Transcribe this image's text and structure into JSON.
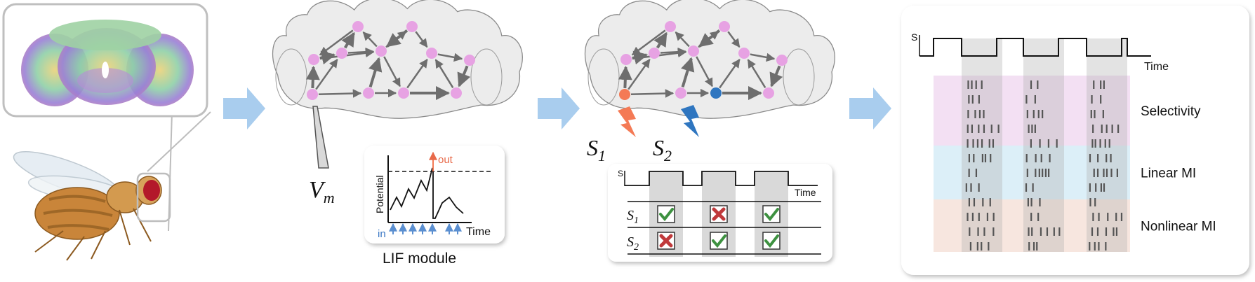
{
  "panel1": {
    "icons": [
      "fly-brain-connectome-image",
      "fruit-fly-illustration"
    ]
  },
  "panel2": {
    "vm_label": "V",
    "vm_sub": "m",
    "lif": {
      "caption": "LIF module",
      "ylabel": "Potential",
      "xlabel": "Time",
      "out_label": "out",
      "in_label": "in"
    }
  },
  "panel3": {
    "s1_label": "S",
    "s1_sub": "1",
    "s2_label": "S",
    "s2_sub": "2",
    "table": {
      "s_axis": "S",
      "time_axis": "Time",
      "rows": [
        {
          "label": "S",
          "sub": "1",
          "cells": [
            "check",
            "cross",
            "check"
          ]
        },
        {
          "label": "S",
          "sub": "2",
          "cells": [
            "cross",
            "check",
            "check"
          ]
        }
      ]
    },
    "colors": {
      "s1": "#f47a55",
      "s2": "#2f76c0"
    }
  },
  "panel4": {
    "s_axis": "S",
    "time_axis": "Time",
    "bands": [
      {
        "label": "Selectivity",
        "color": "#f3e0f3"
      },
      {
        "label": "Linear MI",
        "color": "#dceff8"
      },
      {
        "label": "Nonlinear MI",
        "color": "#f7e6df"
      }
    ]
  },
  "colors": {
    "arrow": "#a9cdee",
    "node": "#e7a2e3",
    "edge": "#6e6e6e",
    "brain_fill": "#ececec",
    "check": "#3d9140",
    "cross": "#c0393b"
  }
}
